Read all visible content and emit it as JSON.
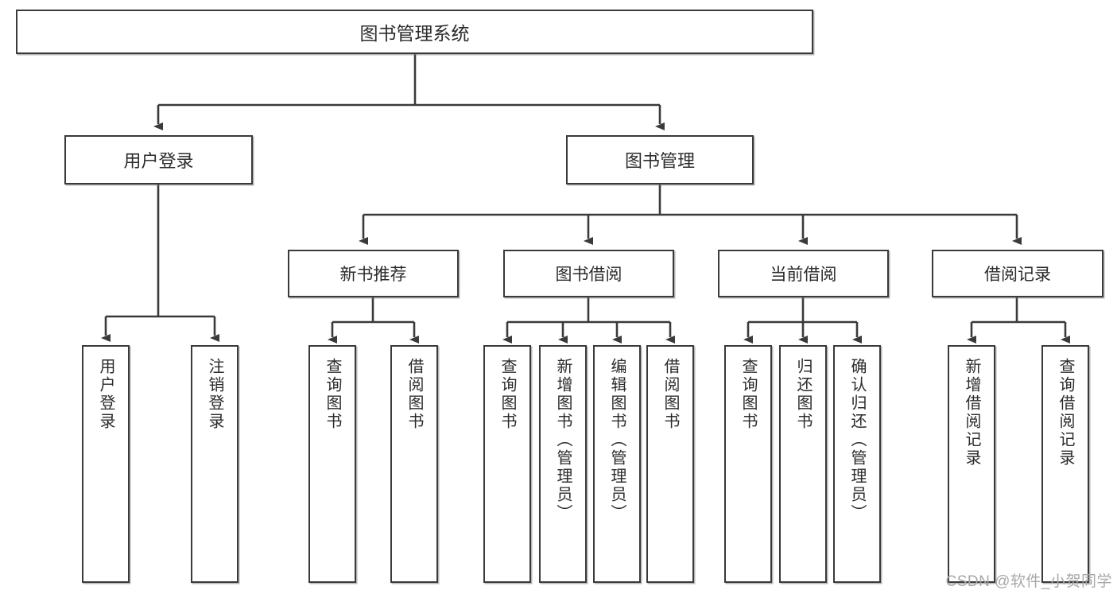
{
  "diagram": {
    "type": "hierarchy-tree",
    "title": "图书管理系统",
    "watermark": "CSDN @软件_小贺同学",
    "root": {
      "label": "图书管理系统"
    },
    "level2": [
      {
        "label": "用户登录"
      },
      {
        "label": "图书管理"
      }
    ],
    "level3": [
      {
        "label": "新书推荐"
      },
      {
        "label": "图书借阅"
      },
      {
        "label": "当前借阅"
      },
      {
        "label": "借阅记录"
      }
    ],
    "leaves": {
      "user_login": [
        {
          "label": "用户登录"
        },
        {
          "label": "注销登录"
        }
      ],
      "new_book_recommend": [
        {
          "label": "查询图书"
        },
        {
          "label": "借阅图书"
        }
      ],
      "book_borrow": [
        {
          "label": "查询图书"
        },
        {
          "label": "新增图书（管理员）"
        },
        {
          "label": "编辑图书（管理员）"
        },
        {
          "label": "借阅图书"
        }
      ],
      "current_borrow": [
        {
          "label": "查询图书"
        },
        {
          "label": "归还图书"
        },
        {
          "label": "确认归还（管理员）"
        }
      ],
      "borrow_record": [
        {
          "label": "新增借阅记录"
        },
        {
          "label": "查询借阅记录"
        }
      ]
    },
    "colors": {
      "stroke": "#3a3a3a",
      "fill": "#ffffff",
      "text": "#2b2b2b",
      "watermark": "#a8a8a8"
    }
  }
}
